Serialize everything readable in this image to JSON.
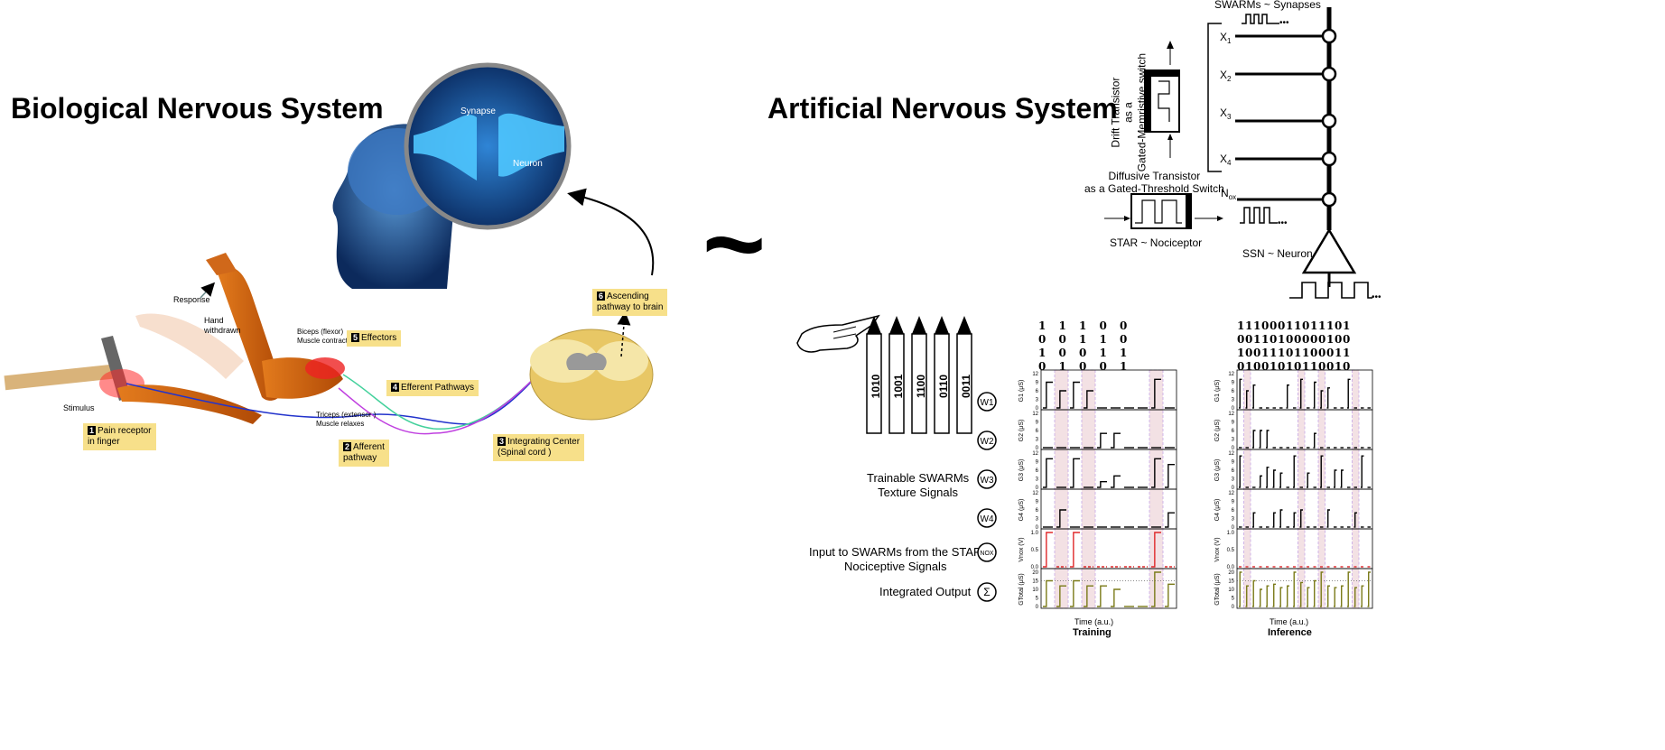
{
  "titles": {
    "biological": "Biological Nervous System",
    "artificial": "Artificial Nervous System",
    "tilde": "~"
  },
  "bio": {
    "synapse": "Synapse",
    "neuron": "Neuron",
    "response": "Response",
    "hand_withdrawn": "Hand\nwithdrawn",
    "stimulus": "Stimulus",
    "biceps": "Biceps (flexor)\nMuscle contracts",
    "triceps": "Triceps (extensor )\nMuscle relaxes",
    "tags": [
      {
        "num": "1",
        "text": "Pain receptor\nin finger"
      },
      {
        "num": "2",
        "text": "Afferent\npathway"
      },
      {
        "num": "3",
        "text": "Integrating Center\n(Spinal cord )"
      },
      {
        "num": "4",
        "text": "Efferent Pathways"
      },
      {
        "num": "5",
        "text": "Effectors"
      },
      {
        "num": "6",
        "text": "Ascending\npathway to brain"
      }
    ]
  },
  "circuit": {
    "swarm_label": "SWARMs ~ Synapses",
    "drift": "Drift Transistor\nas a\nGated-Memristive switch",
    "diffusive": "Diffusive Transistor\nas a Gated-Threshold Switch",
    "star": "STAR ~ Nociceptor",
    "ssn": "SSN ~ Neuron",
    "inputs": [
      "X",
      "X",
      "X",
      "X"
    ],
    "input_subs": [
      "1",
      "2",
      "3",
      "4"
    ],
    "nox_main": "N",
    "nox_sub": "ox"
  },
  "crayons": [
    "1010",
    "1001",
    "1100",
    "0110",
    "0011"
  ],
  "side_labels": {
    "swarm": "Trainable SWARMs\nTexture Signals",
    "nox_input": "Input to SWARMs from the STAR\nNociceptive Signals",
    "integrated": "Integrated Output"
  },
  "circles": [
    "W1",
    "W2",
    "W3",
    "W4",
    "NOX",
    "Σ"
  ],
  "training_bits": [
    "1010",
    "1001",
    "1100",
    "0110",
    "0011"
  ],
  "inference_bits": [
    "11100011011101",
    "00110100000100",
    "10011101100011",
    "01001010110010"
  ],
  "axis": {
    "ylabels": [
      "G1 (μS)",
      "G2 (μS)",
      "G3 (μS)",
      "G4 (μS)",
      "Vnox (V)",
      "GTotal (μS)"
    ],
    "g_ticks": [
      "12",
      "9",
      "6",
      "3",
      "0"
    ],
    "v_ticks": [
      "1.0",
      "0.5",
      "0.0"
    ],
    "t_ticks": [
      "20",
      "15",
      "10",
      "5",
      "0"
    ],
    "xlabel": "Time (a.u.)",
    "training": "Training",
    "inference": "Inference"
  },
  "colors": {
    "highlight": "#f3e1e4",
    "highlight_border": "#c6a7e6",
    "nox": "#e0282a",
    "total": "#7a7a18",
    "tag": "#f7e08a"
  },
  "chart_data": [
    {
      "type": "line",
      "panel": "training",
      "x": [
        1,
        2,
        3,
        4,
        5,
        6,
        7,
        8,
        9,
        10
      ],
      "series": [
        {
          "values": [
            9,
            6,
            9,
            6,
            0,
            0,
            0,
            0,
            10,
            0
          ]
        },
        {
          "values": [
            0,
            0,
            0,
            0,
            5,
            5,
            0,
            0,
            0,
            0
          ]
        },
        {
          "values": [
            10,
            0,
            10,
            0,
            2,
            4,
            0,
            0,
            10,
            8
          ]
        },
        {
          "values": [
            0,
            6,
            0,
            0,
            0,
            0,
            0,
            0,
            0,
            5
          ]
        },
        {
          "values": [
            1.0,
            0.0,
            1.0,
            0.0,
            0.0,
            0.0,
            0.0,
            0.0,
            1.0,
            0.0
          ]
        },
        {
          "values": [
            15,
            12,
            15,
            12,
            12,
            10,
            0,
            0,
            20,
            13
          ]
        }
      ],
      "ylim_g": [
        0,
        12
      ],
      "ylim_v": [
        0,
        1.0
      ],
      "ylim_total": [
        0,
        20
      ]
    },
    {
      "type": "line",
      "panel": "inference",
      "x": [
        1,
        2,
        3,
        4,
        5,
        6,
        7,
        8,
        9,
        10,
        11,
        12,
        13,
        14,
        15,
        16,
        17,
        18,
        19,
        20
      ],
      "series": [
        {
          "values": [
            10,
            6,
            8,
            0,
            0,
            0,
            0,
            8,
            0,
            10,
            0,
            9,
            6,
            7,
            0,
            0,
            10,
            0,
            0,
            0
          ]
        },
        {
          "values": [
            0,
            0,
            6,
            6,
            6,
            0,
            0,
            0,
            0,
            0,
            0,
            5,
            0,
            0,
            0,
            0,
            0,
            0,
            0,
            0
          ]
        },
        {
          "values": [
            11,
            0,
            0,
            4,
            7,
            6,
            5,
            0,
            11,
            0,
            5,
            0,
            11,
            0,
            6,
            6,
            0,
            0,
            11,
            0
          ]
        },
        {
          "values": [
            0,
            0,
            5,
            0,
            0,
            5,
            6,
            0,
            5,
            6,
            0,
            0,
            0,
            6,
            0,
            0,
            0,
            5,
            0,
            0
          ]
        },
        {
          "values": [
            0,
            0,
            0,
            0,
            0,
            0,
            0,
            0,
            0,
            0,
            0,
            0,
            0,
            0,
            0,
            0,
            0,
            0,
            0,
            0
          ]
        },
        {
          "values": [
            20,
            12,
            15,
            10,
            12,
            13,
            11,
            12,
            20,
            14,
            11,
            15,
            20,
            12,
            11,
            12,
            20,
            11,
            12,
            20
          ]
        }
      ],
      "ylim_g": [
        0,
        12
      ],
      "ylim_v": [
        0,
        1.0
      ],
      "ylim_total": [
        0,
        20
      ]
    }
  ]
}
